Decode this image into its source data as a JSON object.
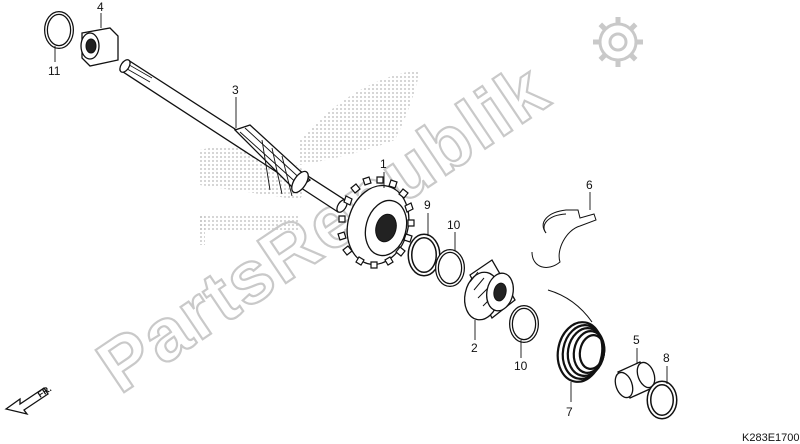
{
  "watermark": {
    "text": "PartsRepublik",
    "logo_icon": "gear-icon"
  },
  "diagram_code": "K283E1700",
  "direction_marker": {
    "text": "FR.",
    "icon": "arrow-icon"
  },
  "labels": {
    "shaft": "3",
    "collar": "4",
    "snap_ring_left": "11",
    "gear": "1",
    "washer_9": "9",
    "snap_ring_10_top": "10",
    "ratchet": "2",
    "snap_ring_10_bottom": "10",
    "spring_guide": "6",
    "spring": "7",
    "bushing": "5",
    "washer_8": "8"
  },
  "colors": {
    "line": "#111111",
    "watermark": "#c9c9c9",
    "logo_dots": "#b8b8b8"
  }
}
